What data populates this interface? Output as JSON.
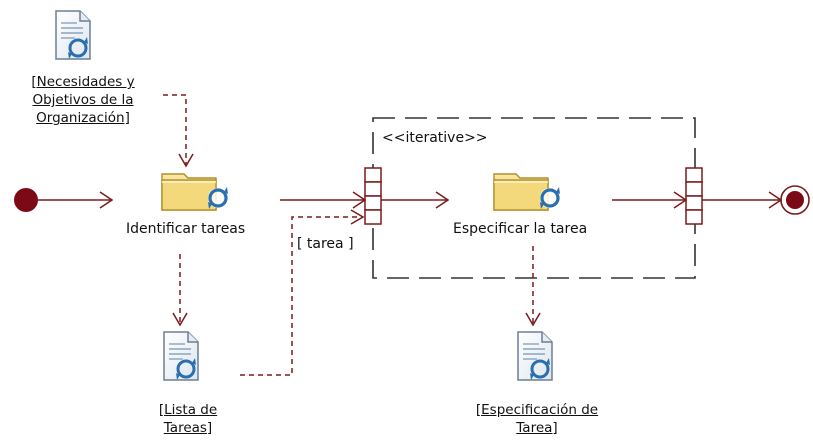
{
  "diagram": {
    "objects": {
      "necesidades": {
        "lines": [
          "[Necesidades y",
          "Objetivos de la",
          "Organización]"
        ],
        "icon": "document-icon"
      },
      "lista": {
        "lines": [
          "[Lista de",
          "Tareas]"
        ],
        "icon": "document-icon"
      },
      "especificacion": {
        "lines": [
          "[Especificación de",
          "Tarea]"
        ],
        "icon": "document-icon"
      }
    },
    "activities": {
      "identificar": {
        "label": "Identificar tareas",
        "icon": "activity-folder-icon"
      },
      "especificar": {
        "label": "Especificar la tarea",
        "icon": "activity-folder-icon"
      }
    },
    "region": {
      "stereotype": "<<iterative>>"
    },
    "flow_label": "[ tarea ]",
    "colors": {
      "line": "#7a1a1a",
      "node": "#7b0a16",
      "doc_blue": "#2a6fb0",
      "folder_yellow": "#f2d779"
    }
  }
}
